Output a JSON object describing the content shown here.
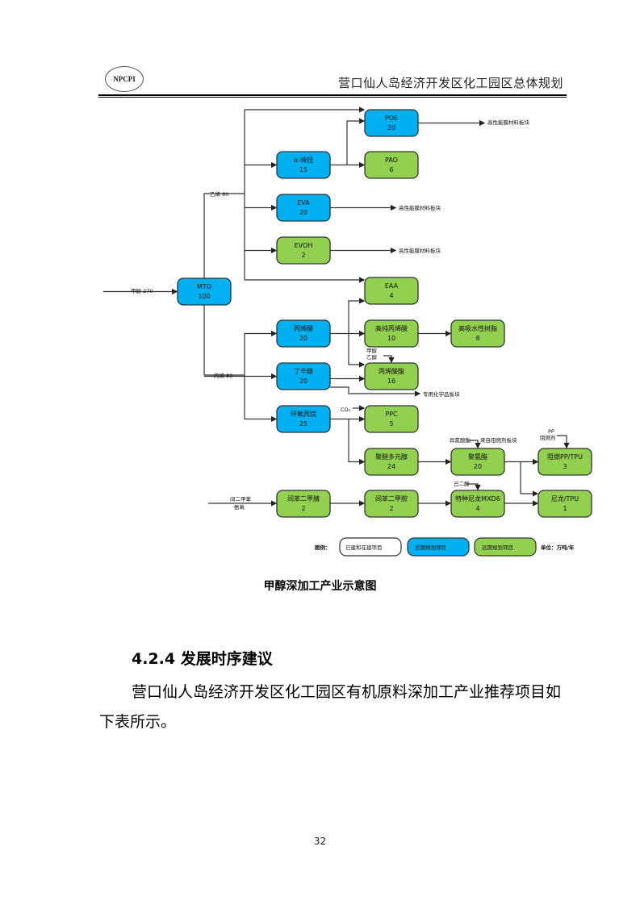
{
  "header": {
    "logo_text": "NPCPI",
    "title": "营口仙人岛经济开发区化工园区总体规划"
  },
  "diagram": {
    "colors": {
      "existing": "#ffffff",
      "near_term": "#00b0f0",
      "long_term": "#92d050",
      "line": "#333333"
    },
    "inputs": {
      "methanol": "甲醇 270",
      "ethylene": "乙烯 80",
      "propylene": "丙烯 80",
      "co2": "CO₂",
      "mxylene_line1": "间二甲苯",
      "mxylene_line2": "氨氧",
      "alcohols_line1": "甲醇",
      "alcohols_line2": "乙醇",
      "isocyanate": "异氰酸酯",
      "adipic": "己二酸",
      "pp_line1": "PP",
      "pp_line2": "阻燃剂",
      "flame_block": "来自阻燃剂板块"
    },
    "outputs": {
      "poe_out": "高性能膜材料板块",
      "eva_out": "高性能膜材料板块",
      "evoh_out": "高性能膜材料板块",
      "specialty_out": "专用化学品板块"
    },
    "nodes": [
      {
        "id": "mto",
        "name": "MTO",
        "value": "100",
        "type": "near_term"
      },
      {
        "id": "aolefin",
        "name": "α-烯烃",
        "value": "15",
        "type": "near_term"
      },
      {
        "id": "eva",
        "name": "EVA",
        "value": "20",
        "type": "near_term"
      },
      {
        "id": "evoh",
        "name": "EVOH",
        "value": "2",
        "type": "long_term"
      },
      {
        "id": "poe",
        "name": "POE",
        "value": "20",
        "type": "near_term"
      },
      {
        "id": "pao",
        "name": "PAO",
        "value": "6",
        "type": "long_term"
      },
      {
        "id": "eaa",
        "name": "EAA",
        "value": "4",
        "type": "long_term"
      },
      {
        "id": "acrylic",
        "name": "丙烯酸",
        "value": "20",
        "type": "near_term"
      },
      {
        "id": "butanol",
        "name": "丁辛醇",
        "value": "20",
        "type": "near_term"
      },
      {
        "id": "po",
        "name": "环氧丙烷",
        "value": "25",
        "type": "near_term"
      },
      {
        "id": "hpaa",
        "name": "高纯丙烯酸",
        "value": "10",
        "type": "long_term"
      },
      {
        "id": "sap",
        "name": "高吸水性树脂",
        "value": "8",
        "type": "long_term"
      },
      {
        "id": "acrylate",
        "name": "丙烯酸酯",
        "value": "16",
        "type": "long_term"
      },
      {
        "id": "ppc",
        "name": "PPC",
        "value": "5",
        "type": "long_term"
      },
      {
        "id": "polyether",
        "name": "聚醚多元醇",
        "value": "24",
        "type": "long_term"
      },
      {
        "id": "pu",
        "name": "聚氨酯",
        "value": "20",
        "type": "long_term"
      },
      {
        "id": "frpp",
        "name": "阻燃PP/TPU",
        "value": "3",
        "type": "long_term"
      },
      {
        "id": "ipn",
        "name": "间苯二甲腈",
        "value": "2",
        "type": "long_term"
      },
      {
        "id": "mxda",
        "name": "间苯二甲胺",
        "value": "2",
        "type": "long_term"
      },
      {
        "id": "mxd6",
        "name": "特种尼龙MXD6",
        "value": "4",
        "type": "long_term"
      },
      {
        "id": "nylon",
        "name": "尼龙/TPU",
        "value": "1",
        "type": "long_term"
      }
    ],
    "legend": {
      "label": "图例：",
      "existing": "已建和在建项目",
      "near_term": "近期规划项目",
      "long_term": "远期规划项目",
      "unit": "单位：万吨/年"
    }
  },
  "caption": "甲醇深加工产业示意图",
  "section_title": "4.2.4 发展时序建议",
  "paragraph": "营口仙人岛经济开发区化工园区有机原料深加工产业推荐项目如下表所示。",
  "page_number": "32"
}
